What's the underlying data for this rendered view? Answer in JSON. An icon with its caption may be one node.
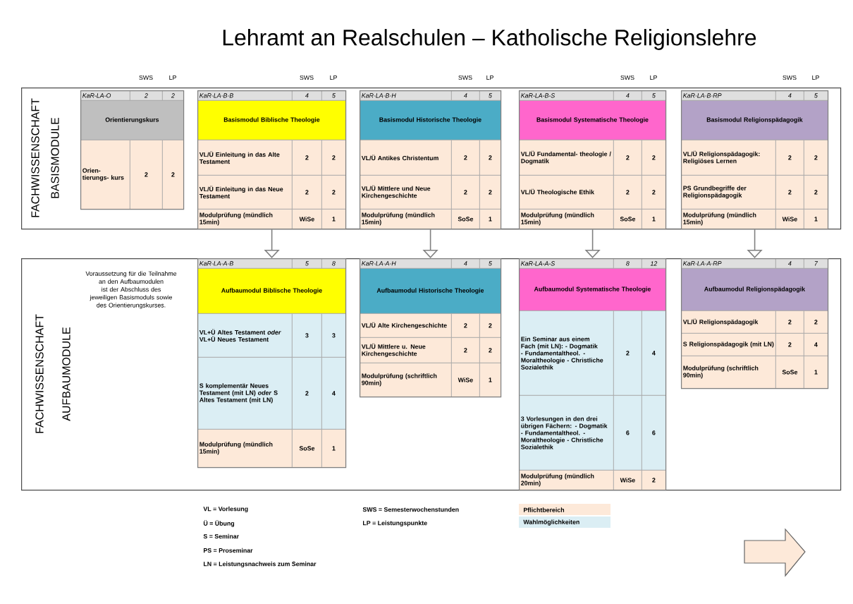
{
  "diagram": {
    "title": "Lehramt an Realschulen – Katholische Religionslehre",
    "nodes": [
      {
        "text": [
          "FACHWISSENSCHAFT",
          "BASISMODULE"
        ]
      },
      {
        "text": [
          "KaR-LA-O",
          "2",
          "2",
          "Orientierungskurs",
          "Orien- tierungs- kurs",
          "2",
          "2"
        ],
        "beside": [
          "SWS",
          "LP"
        ],
        "in": 0
      },
      {
        "text": [
          "KaR-LA-B-B",
          "4",
          "5",
          "Basismodul Biblische Theologie",
          "VL/Ü Einleitung in das Alte Testament",
          "2",
          "2",
          "VL/Ü Einleitung in das Neue Testament",
          "2",
          "2",
          "Modulprüfung (mündlich 15min)",
          "WiSe",
          "1"
        ],
        "beside": [
          "SWS",
          "LP"
        ],
        "in": 0
      },
      {
        "text": [
          "KaR-LA-B-H",
          "4",
          "5",
          "Basismodul Historische Theologie",
          "VL/Ü Antikes Christentum",
          "2",
          "2",
          "VL/Ü Mittlere und Neue Kirchengeschichte",
          "2",
          "2",
          "Modulprüfung (mündlich 15min)",
          "SoSe",
          "1"
        ],
        "beside": [
          "SWS",
          "LP"
        ],
        "in": 0
      },
      {
        "text": [
          "KaR-LA-B-S",
          "4",
          "5",
          "Basismodul Systematische Theologie",
          "VL/Ü Fundamental- theologie / Dogmatik",
          "2",
          "2",
          "VL/Ü Theologische Ethik",
          "2",
          "2",
          "Modulprüfung (mündlich 15min)",
          "SoSe",
          "1"
        ],
        "beside": [
          "SWS",
          "LP"
        ],
        "in": 0
      },
      {
        "text": [
          "KaR-LA-B-RP",
          "4",
          "5",
          "Basismodul Religionspädagogik",
          "VL/Ü Religionspädagogik: Religiöses Lernen",
          "2",
          "2",
          "PS Grundbegriffe der Religionspädagogik",
          "2",
          "2",
          "Modulprüfung (mündlich 15min)",
          "WiSe",
          "1"
        ],
        "beside": [
          "SWS",
          "LP"
        ],
        "in": 0
      },
      {
        "text": [
          "FACHWISSENSCHAFT",
          "AUFBAUMODULE",
          "Voraussetzung für die Teilnahme an den Aufbaumodulen ist der Abschluss des jeweiligen Basismoduls sowie des Orientierungskurses."
        ]
      },
      {
        "text": [
          "KaR-LA-A-B",
          "5",
          "8",
          "Aufbaumodul Biblische Theologie",
          "VL+Ü Altes Testament *oder* VL+Ü Neues Testament",
          "3",
          "3",
          "S komplementär Neues Testament (mit LN) *oder* S Altes Testament (mit LN)",
          "2",
          "4",
          "Modulprüfung (mündlich 15min)",
          "SoSe",
          "1"
        ],
        "in": 6
      },
      {
        "text": [
          "KaR-LA-A-H",
          "4",
          "5",
          "Aufbaumodul Historische Theologie",
          "VL/Ü Alte Kirchengeschichte",
          "2",
          "2",
          "VL/Ü Mittlere u. Neue Kirchengeschichte",
          "2",
          "2",
          "Modulprüfung (schriftlich 90min)",
          "WiSe",
          "1"
        ],
        "in": 6
      },
      {
        "text": [
          "KaR-LA-A-S",
          "8",
          "12",
          "Aufbaumodul Systematische Theologie",
          "Ein Seminar aus einem Fach (mit LN): - Dogmatik - Fundamentaltheol. - Moraltheologie - Christliche Sozialethik",
          "2",
          "4",
          "3 Vorlesungen in den drei übrigen Fächern: - Dogmatik - Fundamentaltheol. - Moraltheologie - Christliche Sozialethik",
          "6",
          "6",
          "Modulprüfung (mündlich 20min)",
          "WiSe",
          "2"
        ],
        "in": 6
      },
      {
        "text": [
          "KaR-LA-A-RP",
          "4",
          "7",
          "Aufbaumodul Religionspädagogik",
          "VL/Ü Religionspädagogik",
          "2",
          "2",
          "S Religionspädagogik (mit LN)",
          "2",
          "4",
          "Modulprüfung (schriftlich 90min)",
          "SoSe",
          "1"
        ],
        "in": 6
      }
    ],
    "edges": [
      {
        "from": 2,
        "to": 7,
        "arrow": "to"
      },
      {
        "from": 3,
        "to": 8,
        "arrow": "to"
      },
      {
        "from": 4,
        "to": 9,
        "arrow": "to"
      },
      {
        "from": 5,
        "to": 10,
        "arrow": "to"
      }
    ],
    "labels": [
      "VL = Vorlesung",
      "SWS = Semesterwochenstunden",
      "Ü = Übung",
      "LP = Leistungspunkte",
      "S = Seminar",
      "PS = Proseminar",
      "LN = Leistungsnachweis zum Seminar"
    ],
    "legend": [
      {
        "text": "Pflichtbereich",
        "color": "#fde9d9"
      },
      {
        "text": "Wahlmöglichkeiten",
        "color": "#dbeef4"
      }
    ]
  }
}
